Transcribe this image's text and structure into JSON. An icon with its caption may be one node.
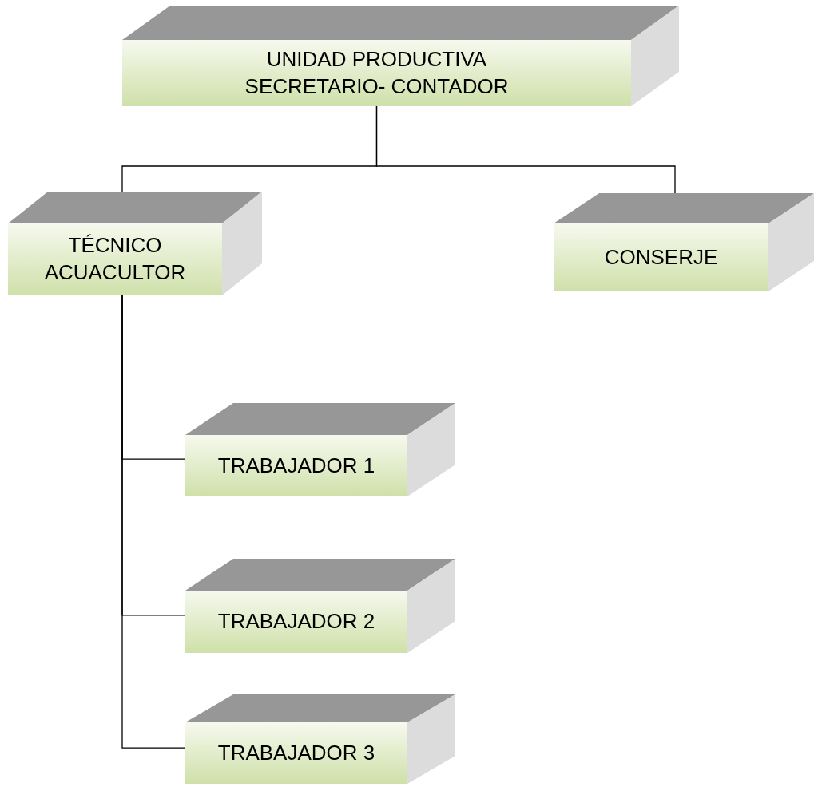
{
  "diagram": {
    "nodes": [
      {
        "text": [
          "UNIDAD PRODUCTIVA SECRETARIO- CONTADOR"
        ]
      },
      {
        "text": [
          "TÉCNICO ACUACULTOR"
        ]
      },
      {
        "text": [
          "CONSERJE"
        ]
      },
      {
        "text": [
          "TRABAJADOR 1"
        ]
      },
      {
        "text": [
          "TRABAJADOR 2"
        ]
      },
      {
        "text": [
          "TRABAJADOR 3"
        ]
      }
    ],
    "edges": [
      {
        "from": 0,
        "to": 1,
        "arrow": "none"
      },
      {
        "from": 0,
        "to": 2,
        "arrow": "none"
      },
      {
        "from": 1,
        "to": 3,
        "arrow": "none"
      },
      {
        "from": 1,
        "to": 4,
        "arrow": "none"
      },
      {
        "from": 1,
        "to": 5,
        "arrow": "none"
      }
    ]
  }
}
